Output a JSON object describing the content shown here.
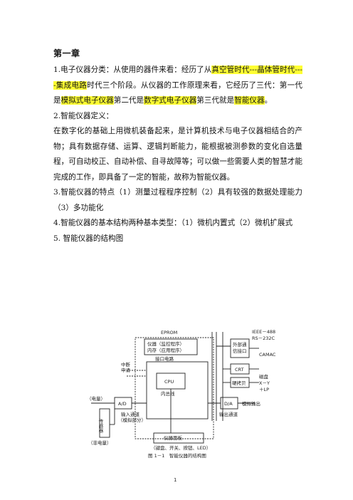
{
  "heading": "第一章",
  "p1": {
    "a": "1.电子仪器分类：从使用的器件来看：经历了从",
    "h1": "真空管时代---晶体管时代----集成电路",
    "b": "时代三个阶段。从仪器的工作原理来看，它经历了三代：第一代是",
    "h2": "模拟式电子仪器",
    "c": "第二代是",
    "h3": "数字式电子仪器",
    "d": "第三代就是",
    "h4": "智能仪器",
    "e": "。"
  },
  "p2": "2.智能仪器定义：",
  "p3": "在数字化的基础上用微机装备起来，是计算机技术与电子仪器相结合的产物；具有数据存储、运算、逻辑判断能力，能根据被测参数的变化自选量程，可自动校正、自动补偿、自寻故障等；可以做一些需要人类的智慧才能完成的工作，即具备了一定的智能，故称为智能仪器。",
  "p4": "3.智能仪器的特点（1）测量过程程序控制（2）具有较强的数据处理能力（3）多功能化",
  "p5": "4.智能仪器的基本结构两种基本类型：（1）微机内置式（2）微机扩展式",
  "p6": "5. 智能仪器的结构图",
  "figure": {
    "eprom": "EPROM",
    "memory_1": "仪器（监控程序）",
    "memory_2": "内存（应用程序）",
    "interface": "接口电路",
    "interrupt_1": "中断",
    "interrupt_2": "申请",
    "cpu": "CPU",
    "bus": "内总线",
    "ad": "A/D",
    "da": "D/A",
    "electrical": "（电量）",
    "sensor": "传感器",
    "nonelectrical": "（非电量）",
    "input_ch_1": "输入通道",
    "input_ch_2": "（模拟部分）",
    "output_ch": "输出通道",
    "analog_out": "模拟输出",
    "panel": "仪器面板",
    "panel_sub": "（键盘、开关、按钮、LED）",
    "ext_1": "外部通",
    "ext_2": "信接口",
    "ieee": "IEEE－488",
    "rs232": "RS－232C",
    "camac": "CAMAC",
    "crt": "CRT",
    "hardcopy": "硬拷贝",
    "disk": "磁盘",
    "xy": "X－Y",
    "lp": "＋LP",
    "caption": "图 1－1　智能仪器的结构图"
  },
  "page_number": "1"
}
